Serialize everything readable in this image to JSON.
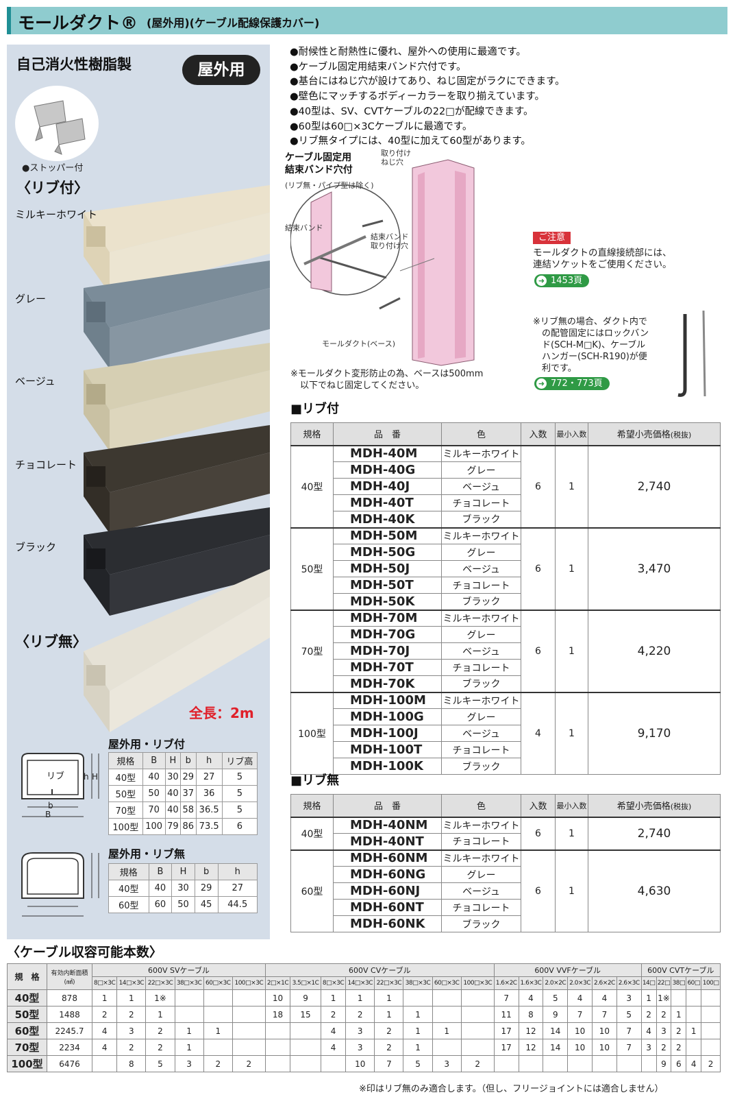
{
  "header": {
    "title": "モールダクト®",
    "subtitle": "(屋外用)(ケーブル配線保護カバー)"
  },
  "left": {
    "material": "自己消火性樹脂製",
    "badge": "屋外用",
    "stopper": "●ストッパー付",
    "rib_heading": "〈リブ付〉",
    "norib_heading": "〈リブ無〉",
    "colors": [
      "ミルキーホワイト",
      "グレー",
      "ベージュ",
      "チョコレート",
      "ブラック"
    ],
    "length": "全長：2m",
    "dims_rib": {
      "title": "屋外用・リブ付",
      "headers": [
        "規格",
        "B",
        "H",
        "b",
        "h",
        "リブ高"
      ],
      "rows": [
        [
          "40型",
          "40",
          "30",
          "29",
          "27",
          "5"
        ],
        [
          "50型",
          "50",
          "40",
          "37",
          "36",
          "5"
        ],
        [
          "70型",
          "70",
          "40",
          "58",
          "36.5",
          "5"
        ],
        [
          "100型",
          "100",
          "79",
          "86",
          "73.5",
          "6"
        ]
      ],
      "diagram": {
        "rib": "リブ",
        "b": "b",
        "B": "B",
        "h": "h",
        "H": "H"
      }
    },
    "dims_norib": {
      "title": "屋外用・リブ無",
      "headers": [
        "規格",
        "B",
        "H",
        "b",
        "h"
      ],
      "rows": [
        [
          "40型",
          "40",
          "30",
          "29",
          "27"
        ],
        [
          "60型",
          "60",
          "50",
          "45",
          "44.5"
        ]
      ]
    }
  },
  "features": [
    "●耐候性と耐熱性に優れ、屋外への使用に最適です。",
    "●ケーブル固定用結束バンド穴付です。",
    "●基台にはねじ穴が設けてあり、ねじ固定がラクにできます。",
    "●壁色にマッチするボディーカラーを取り揃えています。",
    "●40型は、SV、CVTケーブルの22□が配線できます。",
    "●60型は60□×3Cケーブルに最適です。",
    "●リブ無タイプには、40型に加えて60型があります。"
  ],
  "diagram": {
    "title1": "ケーブル固定用",
    "title2": "結束バンド穴付",
    "sub": "(リブ無・パイプ型は除く)",
    "screw_hole1": "取り付け",
    "screw_hole2": "ねじ穴",
    "band": "結束バンド",
    "band_hole1": "結束バンド",
    "band_hole2": "取り付け穴",
    "base": "モールダクト(ベース)"
  },
  "caution": {
    "badge": "ご注意",
    "text1": "モールダクトの直線接続部には、",
    "text2": "連結ソケットをご使用ください。",
    "ref": "1453頁"
  },
  "note2": {
    "lines": [
      "※リブ無の場合、ダクト内で",
      "の配管固定にはロックバン",
      "ド(SCH-M□K)、ケーブル",
      "ハンガー(SCH-R190)が便",
      "利です。"
    ],
    "ref": "772・773頁"
  },
  "note1": {
    "line1": "※モールダクト変形防止の為、ベースは500mm",
    "line2": "以下でねじ固定してください。"
  },
  "table_headers": [
    "規格",
    "品　番",
    "色",
    "入数",
    "最小入数",
    "希望小売価格"
  ],
  "price_note": "(税抜)",
  "rib_table": {
    "title": "■リブ付",
    "groups": [
      {
        "size": "40型",
        "qty": "6",
        "min": "1",
        "price": "2,740",
        "items": [
          [
            "MDH-40M",
            "ミルキーホワイト"
          ],
          [
            "MDH-40G",
            "グレー"
          ],
          [
            "MDH-40J",
            "ベージュ"
          ],
          [
            "MDH-40T",
            "チョコレート"
          ],
          [
            "MDH-40K",
            "ブラック"
          ]
        ]
      },
      {
        "size": "50型",
        "qty": "6",
        "min": "1",
        "price": "3,470",
        "items": [
          [
            "MDH-50M",
            "ミルキーホワイト"
          ],
          [
            "MDH-50G",
            "グレー"
          ],
          [
            "MDH-50J",
            "ベージュ"
          ],
          [
            "MDH-50T",
            "チョコレート"
          ],
          [
            "MDH-50K",
            "ブラック"
          ]
        ]
      },
      {
        "size": "70型",
        "qty": "6",
        "min": "1",
        "price": "4,220",
        "items": [
          [
            "MDH-70M",
            "ミルキーホワイト"
          ],
          [
            "MDH-70G",
            "グレー"
          ],
          [
            "MDH-70J",
            "ベージュ"
          ],
          [
            "MDH-70T",
            "チョコレート"
          ],
          [
            "MDH-70K",
            "ブラック"
          ]
        ]
      },
      {
        "size": "100型",
        "qty": "4",
        "min": "1",
        "price": "9,170",
        "items": [
          [
            "MDH-100M",
            "ミルキーホワイト"
          ],
          [
            "MDH-100G",
            "グレー"
          ],
          [
            "MDH-100J",
            "ベージュ"
          ],
          [
            "MDH-100T",
            "チョコレート"
          ],
          [
            "MDH-100K",
            "ブラック"
          ]
        ]
      }
    ]
  },
  "norib_table": {
    "title": "■リブ無",
    "groups": [
      {
        "size": "40型",
        "qty": "6",
        "min": "1",
        "price": "2,740",
        "items": [
          [
            "MDH-40NM",
            "ミルキーホワイト"
          ],
          [
            "MDH-40NT",
            "チョコレート"
          ]
        ]
      },
      {
        "size": "60型",
        "qty": "6",
        "min": "1",
        "price": "4,630",
        "items": [
          [
            "MDH-60NM",
            "ミルキーホワイト"
          ],
          [
            "MDH-60NG",
            "グレー"
          ],
          [
            "MDH-60NJ",
            "ベージュ"
          ],
          [
            "MDH-60NT",
            "チョコレート"
          ],
          [
            "MDH-60NK",
            "ブラック"
          ]
        ]
      }
    ]
  },
  "capacity": {
    "title": "〈ケーブル収容可能本数〉",
    "col_kikaku": "規　格",
    "col_area": "有効内断面積(㎟)",
    "groups": [
      {
        "name": "600V SVケーブル",
        "cols": [
          "8□×3C",
          "14□×3C",
          "22□×3C",
          "38□×3C",
          "60□×3C",
          "100□×3C"
        ]
      },
      {
        "name": "600V CVケーブル",
        "cols": [
          "2□×1C",
          "3.5□×1C",
          "8□×3C",
          "14□×3C",
          "22□×3C",
          "38□×3C",
          "60□×3C",
          "100□×3C"
        ]
      },
      {
        "name": "600V VVFケーブル",
        "cols": [
          "1.6×2C",
          "1.6×3C",
          "2.0×2C",
          "2.0×3C",
          "2.6×2C",
          "2.6×3C"
        ]
      },
      {
        "name": "600V CVTケーブル",
        "cols": [
          "14□",
          "22□",
          "38□",
          "60□",
          "100□"
        ]
      }
    ],
    "rows": [
      {
        "size": "40型",
        "area": "878",
        "v": [
          "1",
          "1",
          "1※",
          "",
          "",
          "",
          "10",
          "9",
          "1",
          "1",
          "1",
          "",
          "",
          "",
          "7",
          "4",
          "5",
          "4",
          "4",
          "3",
          "1",
          "1※",
          "",
          "",
          ""
        ]
      },
      {
        "size": "50型",
        "area": "1488",
        "v": [
          "2",
          "2",
          "1",
          "",
          "",
          "",
          "18",
          "15",
          "2",
          "2",
          "1",
          "1",
          "",
          "",
          "11",
          "8",
          "9",
          "7",
          "7",
          "5",
          "2",
          "2",
          "1",
          "",
          ""
        ]
      },
      {
        "size": "60型",
        "area": "2245.7",
        "v": [
          "4",
          "3",
          "2",
          "1",
          "1",
          "",
          "",
          "",
          "4",
          "3",
          "2",
          "1",
          "1",
          "",
          "17",
          "12",
          "14",
          "10",
          "10",
          "7",
          "4",
          "3",
          "2",
          "1",
          ""
        ]
      },
      {
        "size": "70型",
        "area": "2234",
        "v": [
          "4",
          "2",
          "2",
          "1",
          "",
          "",
          "",
          "",
          "4",
          "3",
          "2",
          "1",
          "",
          "",
          "17",
          "12",
          "14",
          "10",
          "10",
          "7",
          "3",
          "2",
          "2",
          "",
          ""
        ]
      },
      {
        "size": "100型",
        "area": "6476",
        "v": [
          "",
          "8",
          "5",
          "3",
          "2",
          "2",
          "",
          "",
          "",
          "10",
          "7",
          "5",
          "3",
          "2",
          "",
          "",
          "",
          "",
          "",
          "",
          "",
          "9",
          "6",
          "4",
          "2"
        ]
      }
    ],
    "note": "※印はリブ無のみ適合します。（但し、フリージョイントには適合しません）"
  }
}
